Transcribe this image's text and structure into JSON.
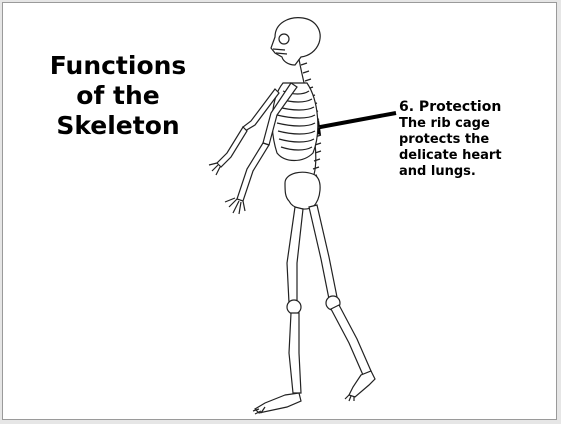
{
  "slide": {
    "title_lines": [
      "Functions",
      "of the",
      "Skeleton"
    ],
    "annotation": {
      "heading": "6. Protection",
      "body_lines": [
        "The rib cage",
        "protects the",
        "delicate heart",
        "and lungs."
      ]
    },
    "illustration": "walking-skeleton-side-view"
  }
}
